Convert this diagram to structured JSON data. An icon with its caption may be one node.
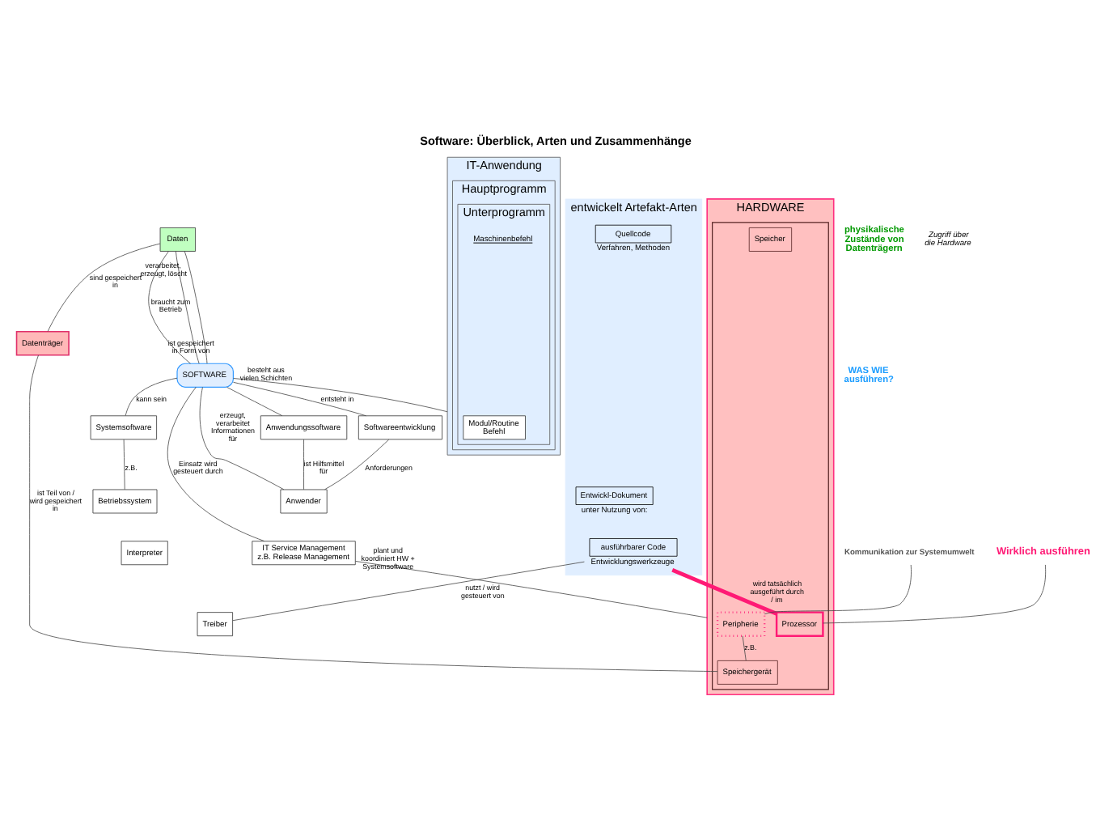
{
  "diagram": {
    "title": "Software: Überblick, Arten und Zusammenhänge",
    "nodes": [
      {
        "text": [
          "Daten"
        ]
      },
      {
        "text": [
          "Datenträger"
        ]
      },
      {
        "text": [
          "IT-Anwendung"
        ]
      },
      {
        "text": [
          "Hauptprogramm"
        ],
        "in": 2
      },
      {
        "text": [
          "Unterprogramm",
          "Maschinenbefehl"
        ],
        "in": 3
      },
      {
        "text": [
          "Modul/Routine",
          "Befehl"
        ],
        "in": 4
      },
      {
        "text": [
          "SOFTWARE"
        ]
      },
      {
        "text": [
          "Systemsoftware"
        ]
      },
      {
        "text": [
          "Betriebssystem"
        ]
      },
      {
        "text": [
          "Interpreter"
        ]
      },
      {
        "text": [
          "Treiber"
        ]
      },
      {
        "text": [
          "Anwendungssoftware"
        ]
      },
      {
        "text": [
          "Anwender"
        ]
      },
      {
        "text": [
          "Softwareentwicklung"
        ]
      },
      {
        "text": [
          "entwickelt Artefakt-Arten"
        ]
      },
      {
        "text": [
          "Entwickl-Dokument"
        ],
        "in": 14,
        "beside": [
          "unter Nutzung von:"
        ]
      },
      {
        "text": [
          "Quellcode"
        ],
        "in": 14,
        "beside": [
          "Verfahren, Methoden"
        ]
      },
      {
        "text": [
          "ausführbarer Code"
        ],
        "in": 14,
        "beside": [
          "Entwicklungswerkzeuge"
        ]
      },
      {
        "text": [
          "IT Service Management",
          "z.B. Release Management"
        ]
      },
      {
        "text": [
          "HARDWARE"
        ]
      },
      {
        "text": [],
        "shape": "box",
        "in": 19
      },
      {
        "text": [
          "Peripherie"
        ],
        "in": 20
      },
      {
        "text": [
          "Speichergerät"
        ],
        "in": 20
      },
      {
        "text": [
          "Prozessor"
        ],
        "in": 20
      },
      {
        "text": [
          "Speicher"
        ],
        "in": 20
      },
      {
        "text": [
          "Kommunikation zur Systemumwelt"
        ]
      },
      {
        "text": [
          "Wirklich ausführen"
        ]
      }
    ],
    "edges": [
      {
        "from": 0,
        "to": 1,
        "arrow": "none",
        "label": "sind gespeichert in"
      },
      {
        "from": 1,
        "to": 22,
        "arrow": "none",
        "label": "ist Teil von / wird gespeichert in"
      },
      {
        "from": 0,
        "to": 6,
        "arrow": "none",
        "label": "braucht zum Betrieb"
      },
      {
        "from": 0,
        "to": 6,
        "arrow": "none",
        "label": "verarbeitet, erzeugt, löscht"
      },
      {
        "from": 0,
        "to": 6,
        "arrow": "none",
        "label": "ist gespeichert in Form von"
      },
      {
        "from": 6,
        "to": 2,
        "arrow": "none",
        "label": "besteht aus vielen Schichten"
      },
      {
        "from": 6,
        "to": 7,
        "arrow": "none",
        "label": "kann sein"
      },
      {
        "from": 6,
        "to": 11,
        "arrow": "none"
      },
      {
        "from": 7,
        "to": 8,
        "arrow": "none",
        "label": "z.B."
      },
      {
        "from": 6,
        "to": 12,
        "arrow": "none",
        "label": "erzeugt, verarbeitet Informationen für"
      },
      {
        "from": 11,
        "to": 12,
        "arrow": "none",
        "label": "ist Hilfsmittel für"
      },
      {
        "from": 6,
        "to": 13,
        "arrow": "none",
        "label": "entsteht in"
      },
      {
        "from": 13,
        "to": 12,
        "arrow": "none",
        "label": "Anforderungen"
      },
      {
        "from": 17,
        "to": 10,
        "arrow": "none",
        "label": "nutzt / wird gesteuert von"
      },
      {
        "from": 17,
        "to": 23,
        "arrow": "none",
        "label": "wird tatsächlich ausgeführt durch / im",
        "style": "thick",
        "color": "#ff1a75"
      },
      {
        "from": 6,
        "to": 18,
        "arrow": "none",
        "label": "Einsatz wird gesteuert durch"
      },
      {
        "from": 18,
        "to": 19,
        "arrow": "none",
        "label": "plant und koordiniert HW + Systemsoftware"
      },
      {
        "from": 21,
        "to": 22,
        "arrow": "none",
        "label": "z.B."
      },
      {
        "from": 25,
        "to": 21,
        "arrow": "none"
      },
      {
        "from": 26,
        "to": 23,
        "arrow": "none"
      }
    ],
    "labels": [
      "physikalische Zustände von Datenträgern",
      "Zugriff über die Hardware",
      "WAS WIE ausführen?"
    ]
  }
}
